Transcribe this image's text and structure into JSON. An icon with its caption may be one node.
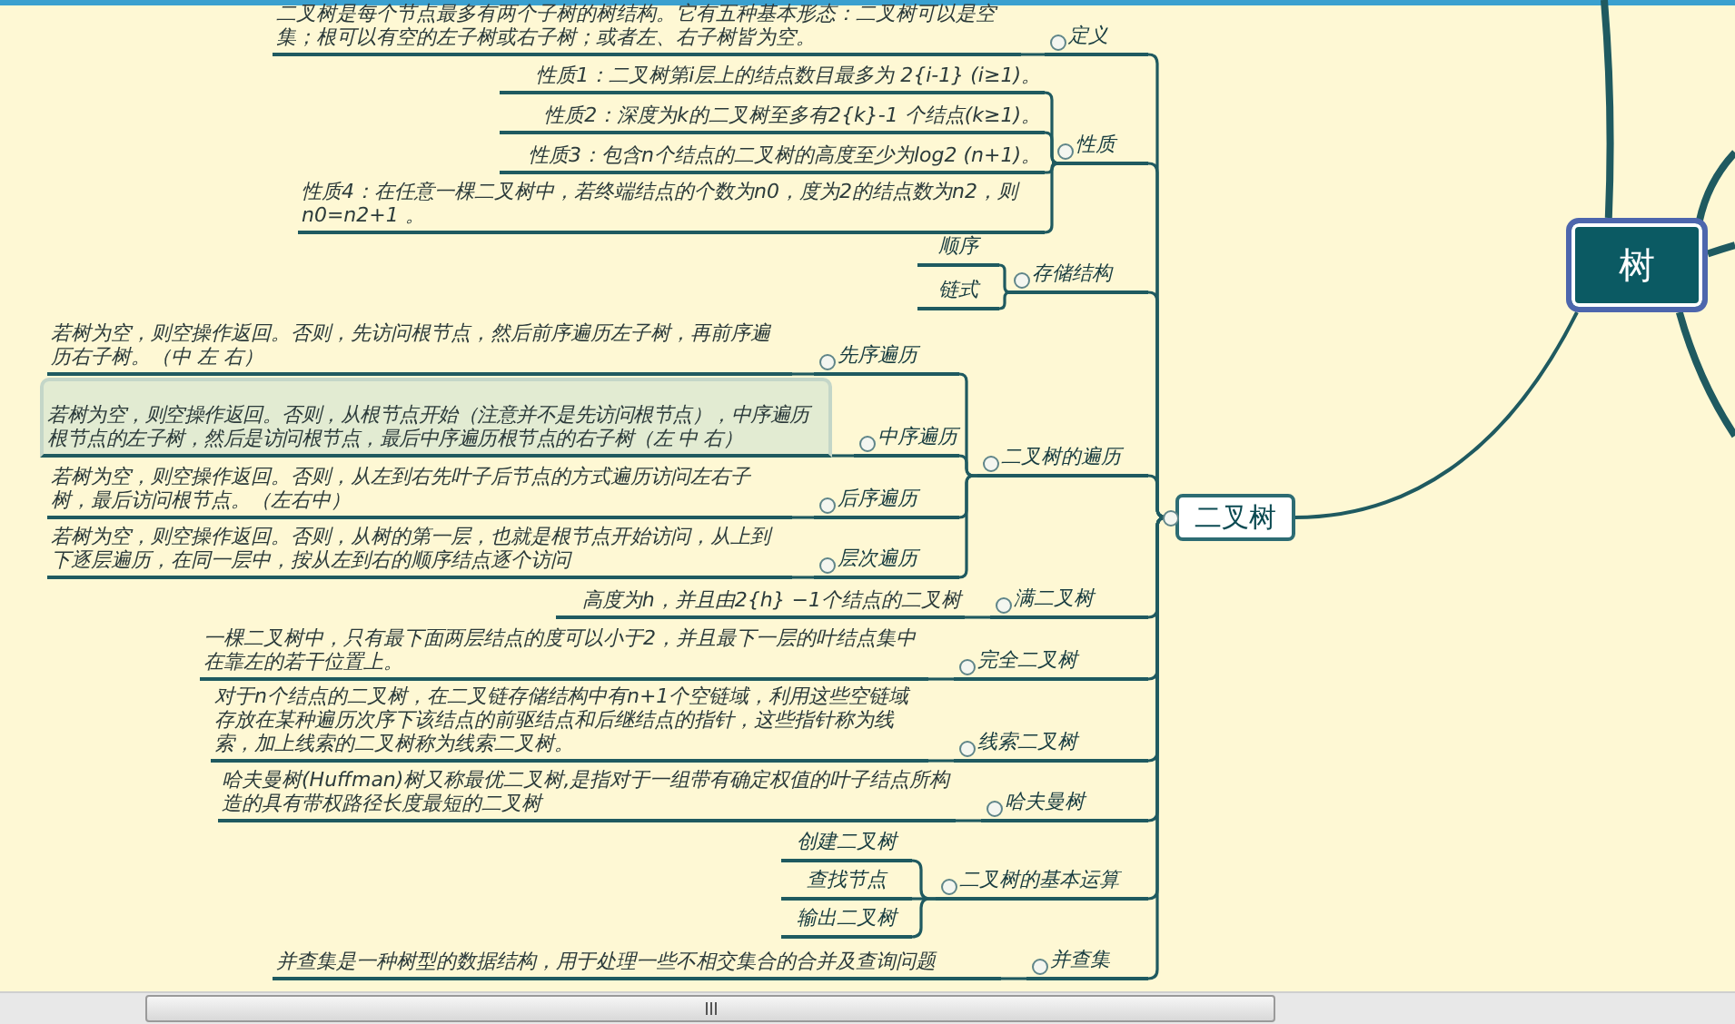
{
  "diagram": {
    "nodes": [
      {
        "text": [
          "树"
        ]
      },
      {
        "text": [
          "二叉树"
        ]
      },
      {
        "text": [
          "定义"
        ]
      },
      {
        "text": [
          "二叉树是每个节点最多有两个子树的树结构。它有五种基本形态：二叉树可以是空集；根可以有空的左子树或右子树；或者左、右子树皆为空。"
        ]
      },
      {
        "text": [
          "性质"
        ]
      },
      {
        "text": [
          "性质1：二叉树第i层上的结点数目最多为 2{i-1} (i≥1)。"
        ]
      },
      {
        "text": [
          "性质2：深度为k的二叉树至多有2{k}-1 个结点(k≥1)。"
        ]
      },
      {
        "text": [
          "性质3：包含n个结点的二叉树的高度至少为log2 (n+1)。"
        ]
      },
      {
        "text": [
          "性质4：在任意一棵二叉树中，若终端结点的个数为n0，度为2的结点数为n2，则n0=n2+1 。"
        ]
      },
      {
        "text": [
          "存储结构"
        ]
      },
      {
        "text": [
          "顺序"
        ]
      },
      {
        "text": [
          "链式"
        ]
      },
      {
        "text": [
          "二叉树的遍历"
        ]
      },
      {
        "text": [
          "先序遍历"
        ]
      },
      {
        "text": [
          "若树为空，则空操作返回。否则，先访问根节点，然后前序遍历左子树，再前序遍历右子树。（中 左 右）"
        ]
      },
      {
        "text": [
          "中序遍历"
        ]
      },
      {
        "text": [
          "若树为空，则空操作返回。否则，从根节点开始（注意并不是先访问根节点），中序遍历根节点的左子树，然后是访问根节点，最后中序遍历根节点的右子树（左 中 右）"
        ]
      },
      {
        "text": [
          "后序遍历"
        ]
      },
      {
        "text": [
          "若树为空，则空操作返回。否则，从左到右先叶子后节点的方式遍历访问左右子树，最后访问根节点。（左右中）"
        ]
      },
      {
        "text": [
          "层次遍历"
        ]
      },
      {
        "text": [
          "若树为空，则空操作返回。否则，从树的第一层，也就是根节点开始访问，从上到下逐层遍历，在同一层中，按从左到右的顺序结点逐个访问"
        ]
      },
      {
        "text": [
          "满二叉树"
        ]
      },
      {
        "text": [
          "高度为h，并且由2{h} −1个结点的二叉树"
        ]
      },
      {
        "text": [
          "完全二叉树"
        ]
      },
      {
        "text": [
          "一棵二叉树中，只有最下面两层结点的度可以小于2，并且最下一层的叶结点集中在靠左的若干位置上。"
        ]
      },
      {
        "text": [
          "线索二叉树"
        ]
      },
      {
        "text": [
          "对于n个结点的二叉树，在二叉链存储结构中有n+1个空链域，利用这些空链域存放在某种遍历次序下该结点的前驱结点和后继结点的指针，这些指针称为线索，加上线索的二叉树称为线索二叉树。"
        ]
      },
      {
        "text": [
          "哈夫曼树"
        ]
      },
      {
        "text": [
          "哈夫曼树(Huffman)树又称最优二叉树,是指对于一组带有确定权值的叶子结点所构造的具有带权路径长度最短的二叉树"
        ]
      },
      {
        "text": [
          "二叉树的基本运算"
        ]
      },
      {
        "text": [
          "创建二叉树"
        ]
      },
      {
        "text": [
          "查找节点"
        ]
      },
      {
        "text": [
          "输出二叉树"
        ]
      },
      {
        "text": [
          "并查集"
        ]
      },
      {
        "text": [
          "并查集是一种树型的数据结构，用于处理一些不相交集合的合并及查询问题"
        ]
      }
    ],
    "edges": [
      {
        "from": 0,
        "to": 1,
        "arrow": "none"
      },
      {
        "from": 0,
        "to": null,
        "arrow": "none",
        "style": "thick"
      },
      {
        "from": 0,
        "to": null,
        "arrow": "none",
        "style": "thick"
      },
      {
        "from": 0,
        "to": null,
        "arrow": "none",
        "style": "thick"
      },
      {
        "from": 0,
        "to": null,
        "arrow": "none",
        "style": "thick"
      },
      {
        "from": 1,
        "to": 2,
        "arrow": "none"
      },
      {
        "from": 2,
        "to": 3,
        "arrow": "none"
      },
      {
        "from": 1,
        "to": 4,
        "arrow": "none"
      },
      {
        "from": 4,
        "to": 5,
        "arrow": "none"
      },
      {
        "from": 4,
        "to": 6,
        "arrow": "none"
      },
      {
        "from": 4,
        "to": 7,
        "arrow": "none"
      },
      {
        "from": 4,
        "to": 8,
        "arrow": "none"
      },
      {
        "from": 1,
        "to": 9,
        "arrow": "none"
      },
      {
        "from": 9,
        "to": 10,
        "arrow": "none"
      },
      {
        "from": 9,
        "to": 11,
        "arrow": "none"
      },
      {
        "from": 1,
        "to": 12,
        "arrow": "none"
      },
      {
        "from": 12,
        "to": 13,
        "arrow": "none"
      },
      {
        "from": 13,
        "to": 14,
        "arrow": "none"
      },
      {
        "from": 12,
        "to": 15,
        "arrow": "none"
      },
      {
        "from": 15,
        "to": 16,
        "arrow": "none"
      },
      {
        "from": 12,
        "to": 17,
        "arrow": "none"
      },
      {
        "from": 17,
        "to": 18,
        "arrow": "none"
      },
      {
        "from": 12,
        "to": 19,
        "arrow": "none"
      },
      {
        "from": 19,
        "to": 20,
        "arrow": "none"
      },
      {
        "from": 1,
        "to": 21,
        "arrow": "none"
      },
      {
        "from": 21,
        "to": 22,
        "arrow": "none"
      },
      {
        "from": 1,
        "to": 23,
        "arrow": "none"
      },
      {
        "from": 23,
        "to": 24,
        "arrow": "none"
      },
      {
        "from": 1,
        "to": 25,
        "arrow": "none"
      },
      {
        "from": 25,
        "to": 26,
        "arrow": "none"
      },
      {
        "from": 1,
        "to": 27,
        "arrow": "none"
      },
      {
        "from": 27,
        "to": 28,
        "arrow": "none"
      },
      {
        "from": 1,
        "to": 29,
        "arrow": "none"
      },
      {
        "from": 29,
        "to": 30,
        "arrow": "none"
      },
      {
        "from": 29,
        "to": 31,
        "arrow": "none"
      },
      {
        "from": 29,
        "to": 32,
        "arrow": "none"
      },
      {
        "from": 1,
        "to": 33,
        "arrow": "none"
      },
      {
        "from": 33,
        "to": 34,
        "arrow": "none"
      }
    ]
  }
}
